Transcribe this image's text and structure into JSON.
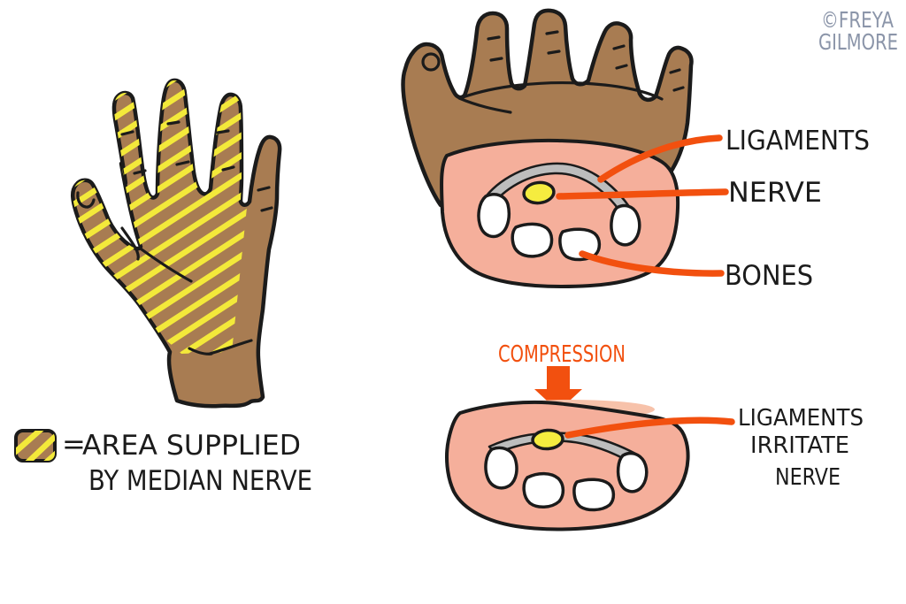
{
  "illustration": {
    "watermark": {
      "line1": "©FREYA",
      "line2": "GILMORE"
    },
    "legend": {
      "equals": "=",
      "line1": "AREA SUPPLIED",
      "line2": "BY MEDIAN NERVE"
    },
    "wrist_cross_section": {
      "label_ligaments": "LIGAMENTS",
      "label_nerve": "NERVE",
      "label_bones": "BONES"
    },
    "compression_diagram": {
      "title": "COMPRESSION",
      "caption_line1": "LIGAMENTS",
      "caption_line2": "IRRITATE",
      "caption_line3": "NERVE"
    },
    "colors": {
      "skin_brown": "#a87c52",
      "stripe_yellow": "#f3e93a",
      "cross_section_pink": "#f5af9b",
      "soft_pink_bulge": "#f7c2aa",
      "ligament_gray": "#bdbdbd",
      "nerve_yellow": "#f5ec3f",
      "bone_white": "#ffffff",
      "annotation_orange": "#f2500f",
      "outline_black": "#1b1b1b",
      "watermark_gray": "#8b95a9"
    }
  }
}
